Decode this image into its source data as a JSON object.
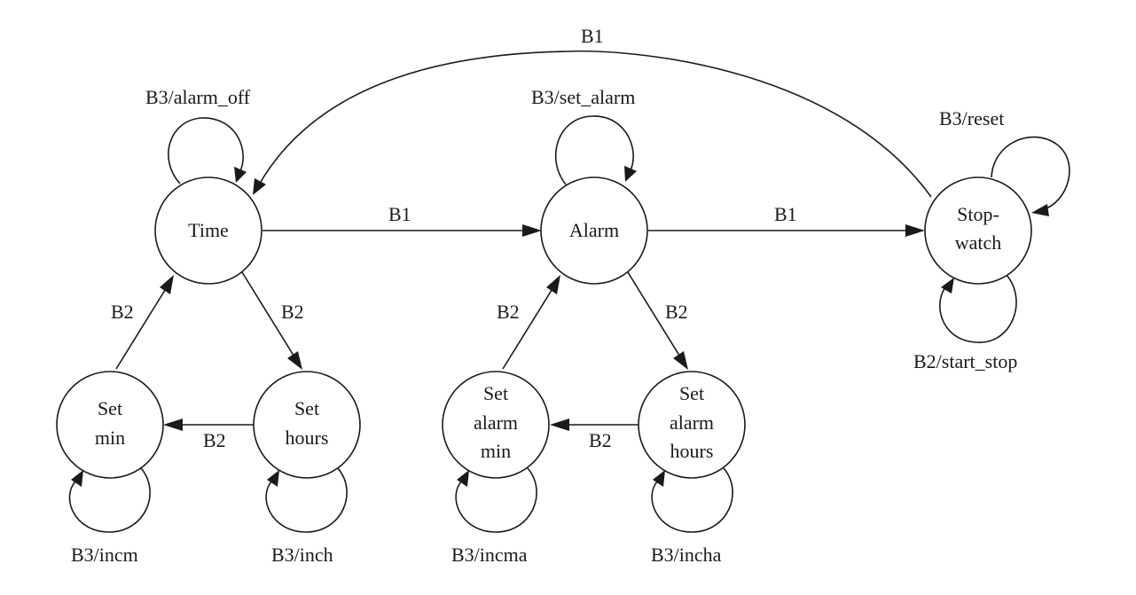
{
  "states": {
    "time": [
      "Time"
    ],
    "alarm": [
      "Alarm"
    ],
    "stopwatch": [
      "Stop-",
      "watch"
    ],
    "set_min": [
      "Set",
      "min"
    ],
    "set_hours": [
      "Set",
      "hours"
    ],
    "set_alarm_min": [
      "Set",
      "alarm",
      "min"
    ],
    "set_alarm_hours": [
      "Set",
      "alarm",
      "hours"
    ]
  },
  "transitions": {
    "time_to_alarm": "B1",
    "alarm_to_stopwatch": "B1",
    "stopwatch_to_time": "B1",
    "time_to_set_hours": "B2",
    "set_hours_to_set_min": "B2",
    "set_min_to_time": "B2",
    "alarm_to_set_alarm_hours": "B2",
    "set_alarm_hours_to_set_alarm_min": "B2",
    "set_alarm_min_to_alarm": "B2",
    "time_self": "B3/alarm_off",
    "alarm_self": "B3/set_alarm",
    "stopwatch_reset_self": "B3/reset",
    "stopwatch_start_stop_self": "B2/start_stop",
    "set_min_self": "B3/incm",
    "set_hours_self": "B3/inch",
    "set_alarm_min_self": "B3/incma",
    "set_alarm_hours_self": "B3/incha"
  },
  "colors": {
    "stroke": "#1a1a1a",
    "background": "#ffffff"
  }
}
